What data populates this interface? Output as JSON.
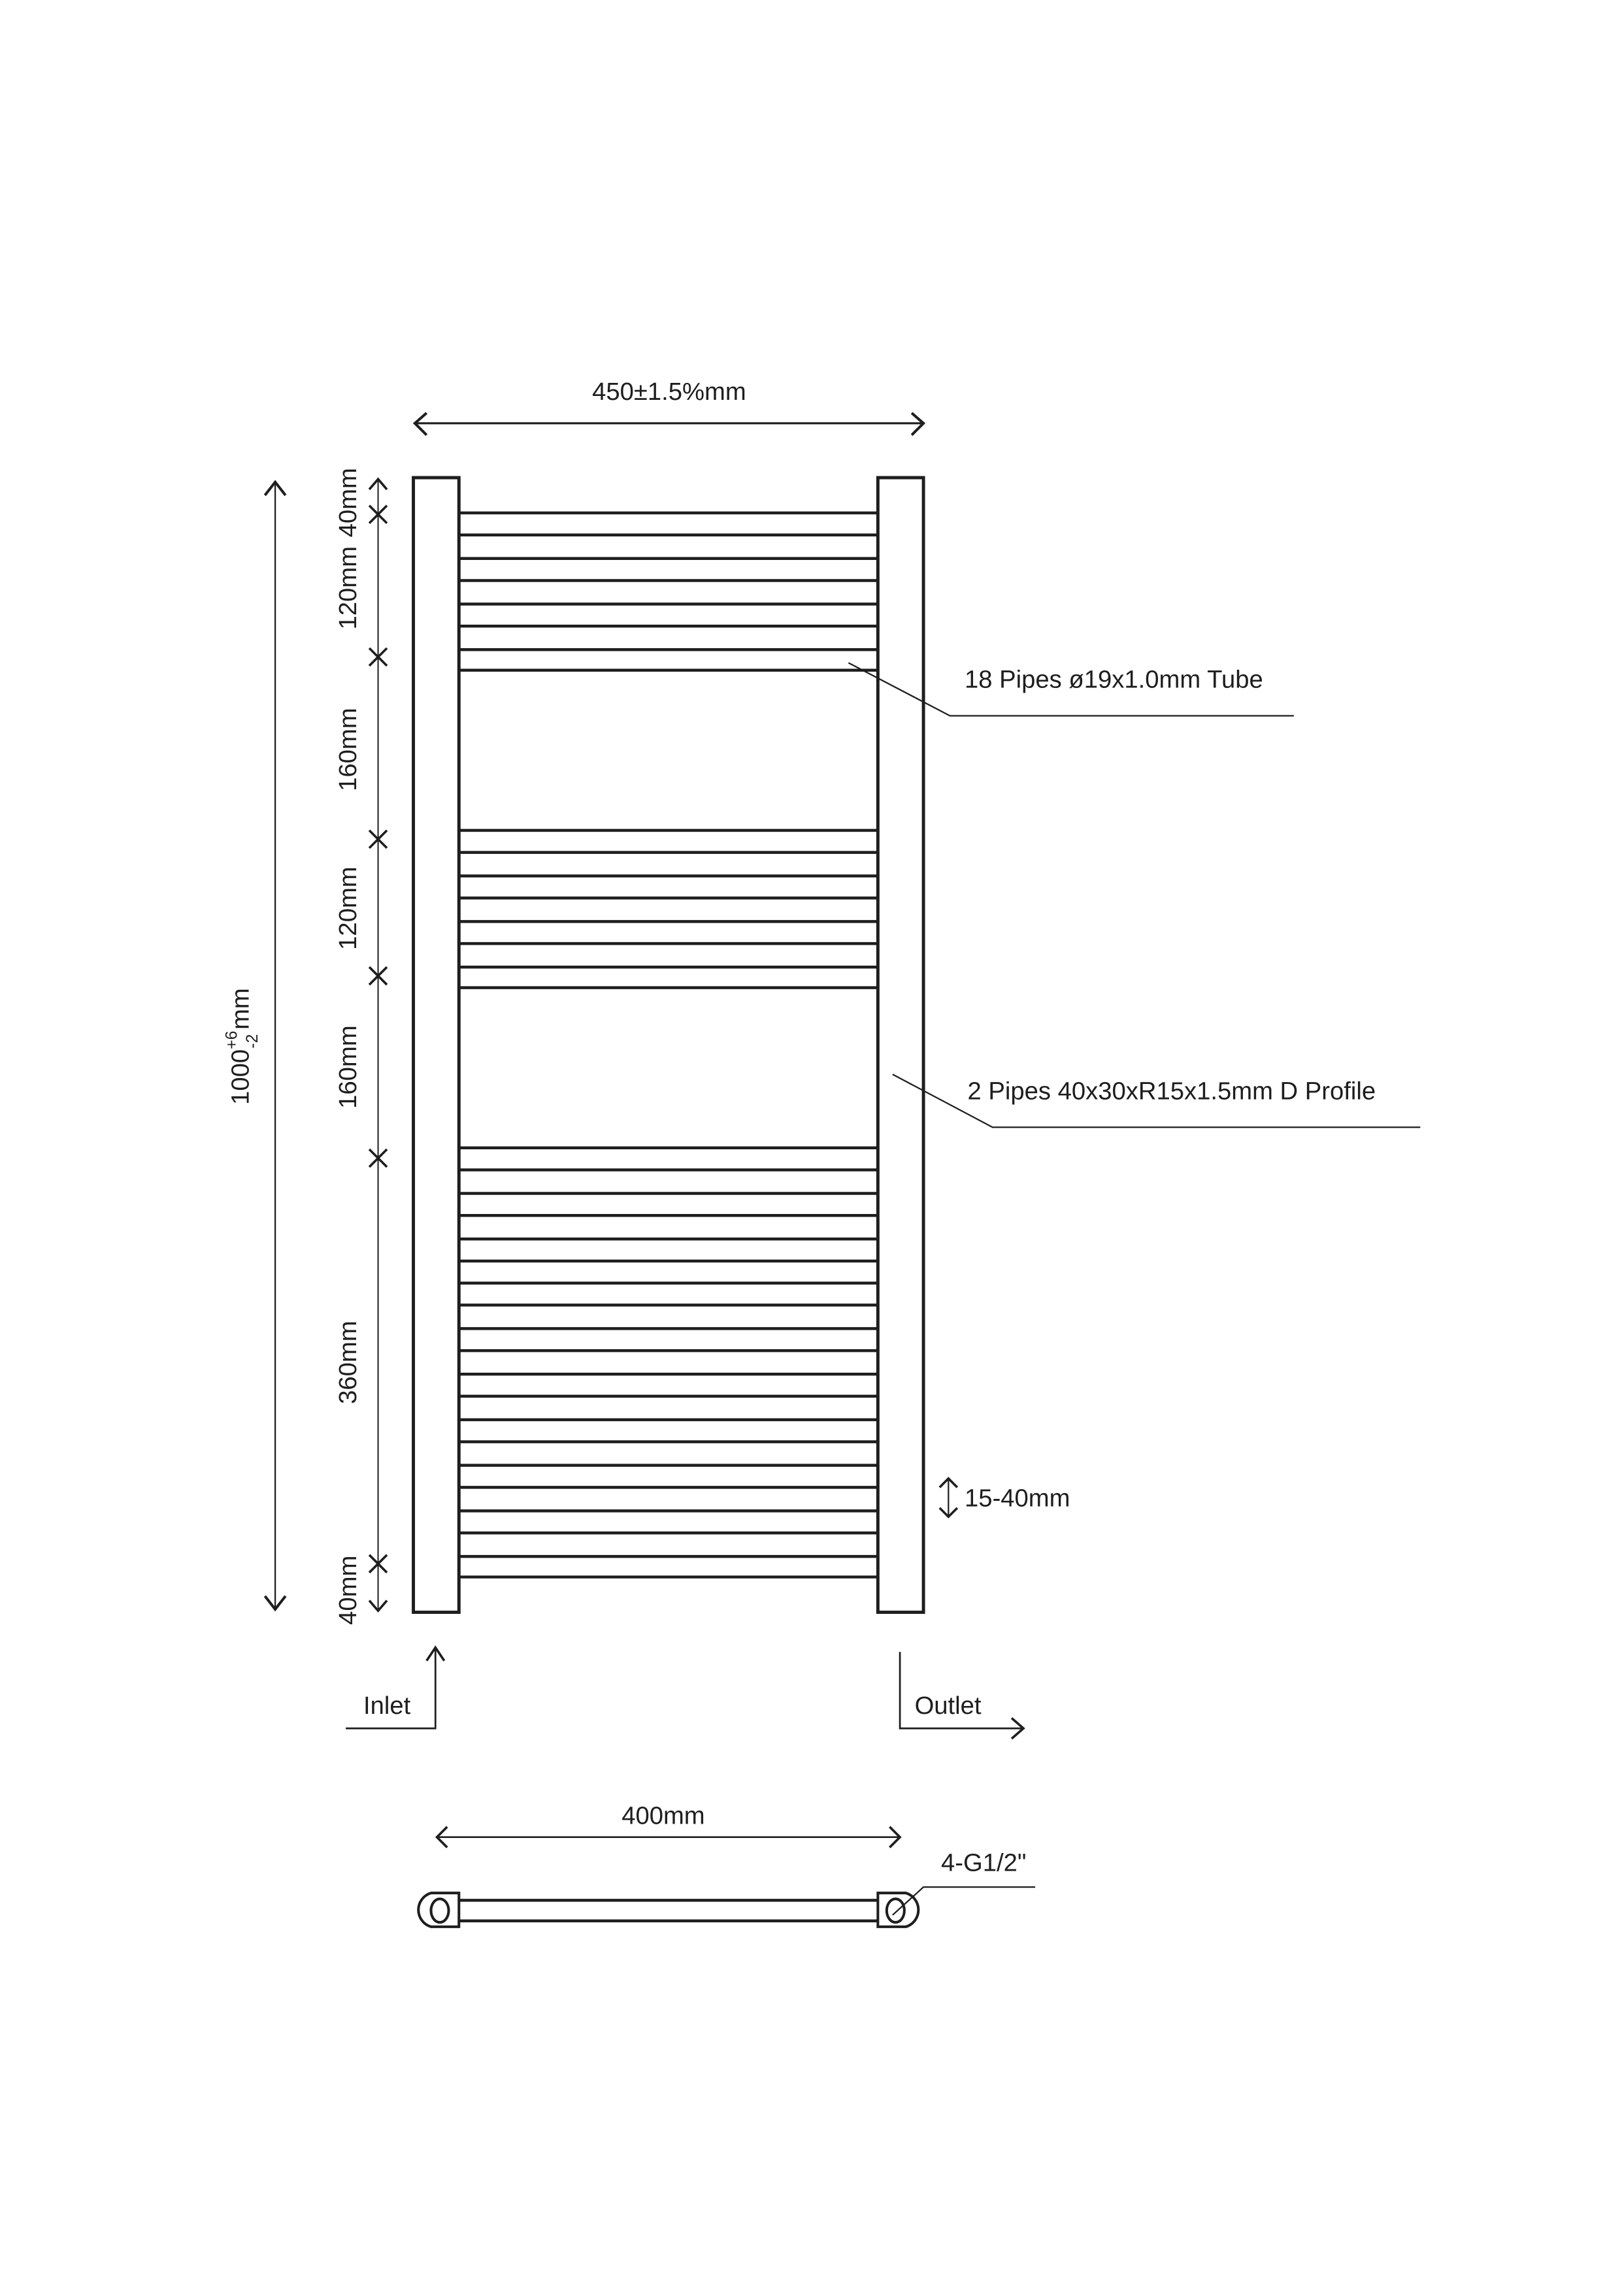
{
  "drawing": {
    "overall_width_label": "450±1.5%mm",
    "overall_height_label_base": "1000",
    "overall_height_tol_plus": "+6",
    "overall_height_tol_minus": "-2",
    "overall_height_unit": "mm",
    "segment_labels": [
      "40mm",
      "120mm",
      "160mm",
      "120mm",
      "160mm",
      "360mm",
      "40mm"
    ],
    "callout_tubes": "18 Pipes ø19x1.0mm Tube",
    "callout_profile": "2 Pipes 40x30xR15x1.5mm D Profile",
    "spacing_label": "15-40mm",
    "inlet_label": "Inlet",
    "outlet_label": "Outlet",
    "centers_label": "400mm",
    "connection_label": "4-G1/2\""
  },
  "colors": {
    "line": "#1e1e1e",
    "background": "#ffffff"
  }
}
